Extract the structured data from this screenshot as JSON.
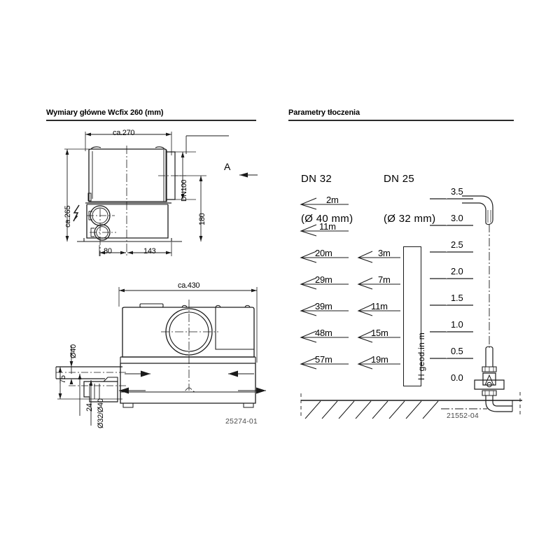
{
  "sections": {
    "left": {
      "title": "Wymiary główne Wcfix 260 (mm)"
    },
    "right": {
      "title": "Parametry tłoczenia"
    }
  },
  "drawing_dimensions": {
    "drawing_number": "25274-01",
    "view_marker": "A",
    "front_view": {
      "width_label": "ca.270",
      "height_label": "ca.265",
      "outlet_label": "DN100",
      "outlet_height_label": "180",
      "base_left_label": "80",
      "base_right_label": "143",
      "electric_icon": "lightning-bolt-icon"
    },
    "side_view": {
      "length_label": "ca.430",
      "inlet_label": "Ø40",
      "inlet_height_label": "75",
      "offset_label": "24",
      "outlet_label": "Ø32/Ø40"
    }
  },
  "pumping_parameters": {
    "drawing_number": "21552-04",
    "columns": [
      {
        "name": "DN 32",
        "diameter": "(Ø 40 mm)",
        "distances": [
          "2m",
          "11m",
          "20m",
          "29m",
          "39m",
          "48m",
          "57m"
        ]
      },
      {
        "name": "DN 25",
        "diameter": "(Ø 32 mm)",
        "distances": [
          "",
          "",
          "3m",
          "7m",
          "11m",
          "15m",
          "19m"
        ]
      }
    ],
    "axis_label": "H geod.in m",
    "levels": [
      "3.5",
      "3.0",
      "2.5",
      "2.0",
      "1.5",
      "1.0",
      "0.5",
      "0.0"
    ],
    "ground_icon": "hatched-ground-icon",
    "pipe_icon": "riser-pipe-icon",
    "valve_icon": "check-valve-icon"
  }
}
